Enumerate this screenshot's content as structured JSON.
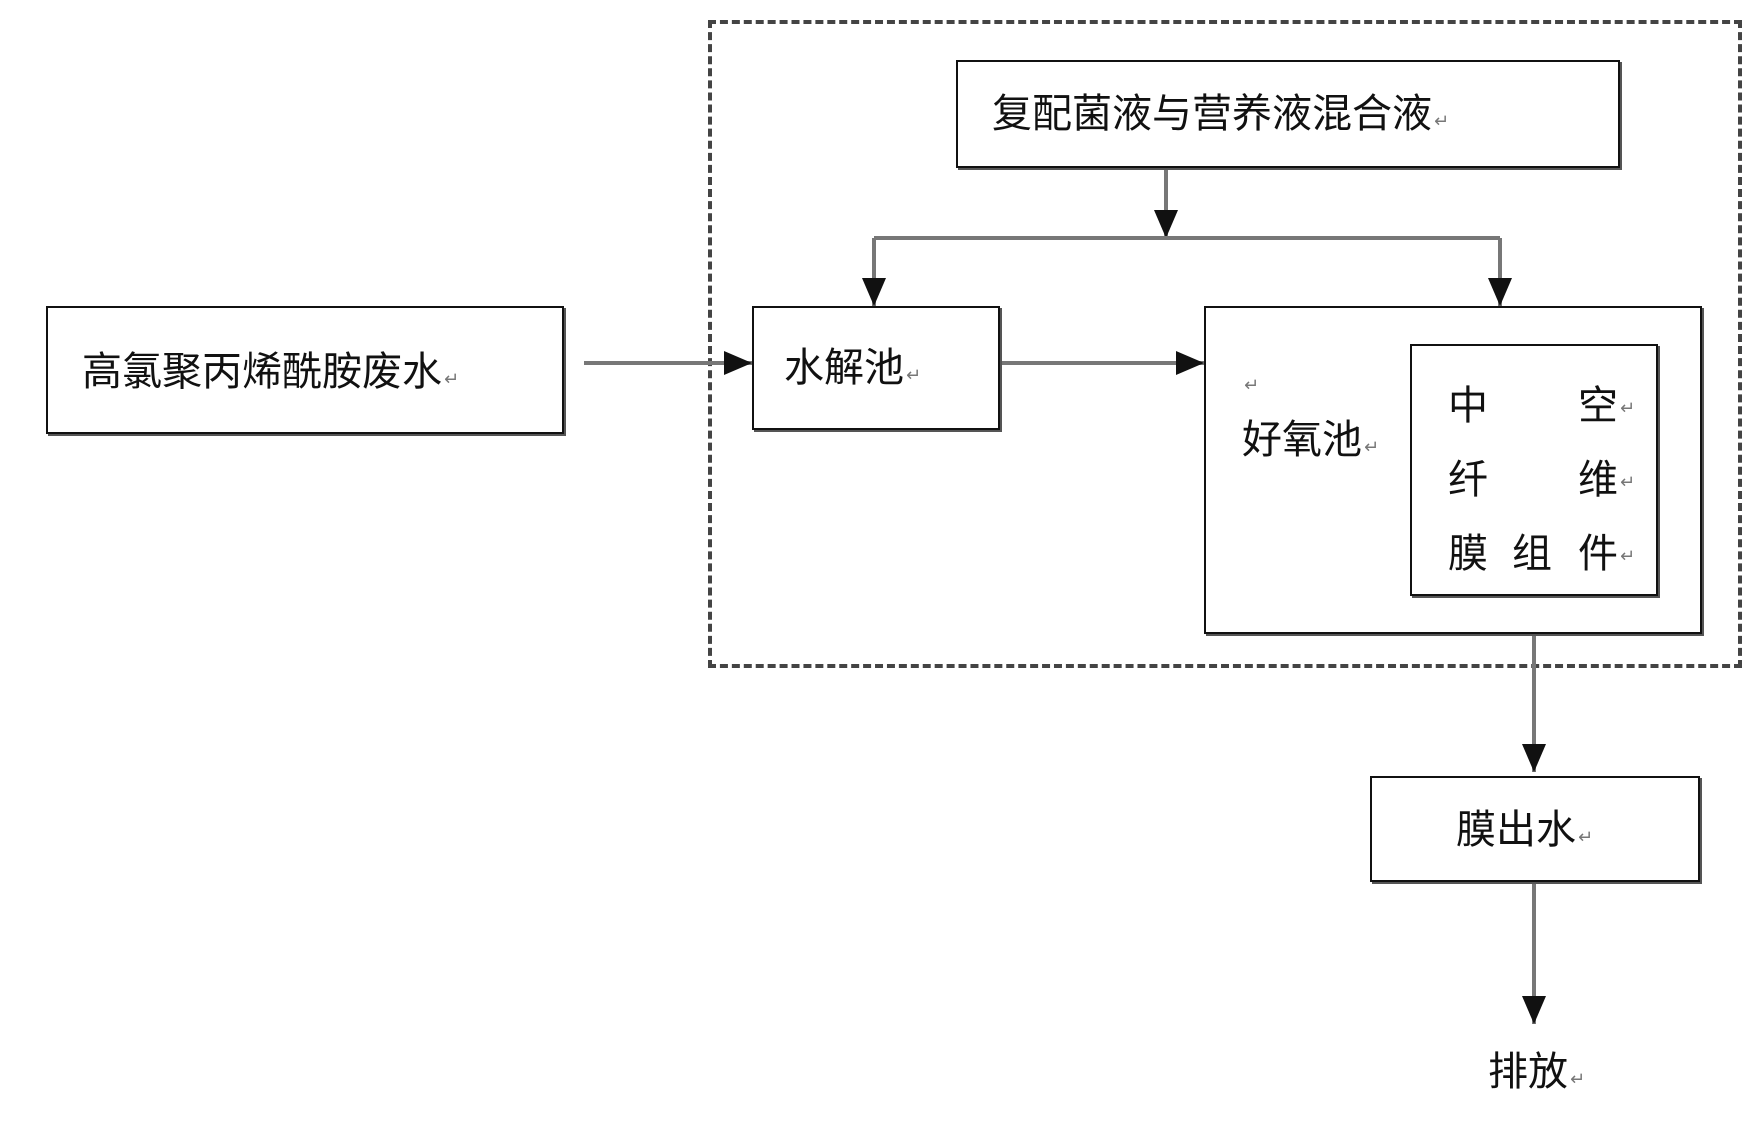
{
  "diagram": {
    "nodes": {
      "mixed_liquid": "复配菌液与营养液混合液",
      "wastewater": "高氯聚丙烯酰胺废水",
      "hydrolysis_tank": "水解池",
      "aerobic_tank": "好氧池",
      "membrane_module": {
        "row1": [
          "中",
          "空"
        ],
        "row2": [
          "纤",
          "维"
        ],
        "row3": [
          "膜",
          "组",
          "件"
        ]
      },
      "membrane_effluent": "膜出水",
      "discharge": "排放"
    },
    "paragraph_mark": "↵",
    "edges": [
      {
        "from": "mixed_liquid",
        "to": "hydrolysis_tank"
      },
      {
        "from": "mixed_liquid",
        "to": "aerobic_tank"
      },
      {
        "from": "wastewater",
        "to": "hydrolysis_tank"
      },
      {
        "from": "hydrolysis_tank",
        "to": "aerobic_tank"
      },
      {
        "from": "membrane_module",
        "to": "membrane_effluent"
      },
      {
        "from": "membrane_effluent",
        "to": "discharge"
      }
    ],
    "colors": {
      "line": "#777777",
      "border": "#111111",
      "dashed_border": "#444444"
    }
  }
}
